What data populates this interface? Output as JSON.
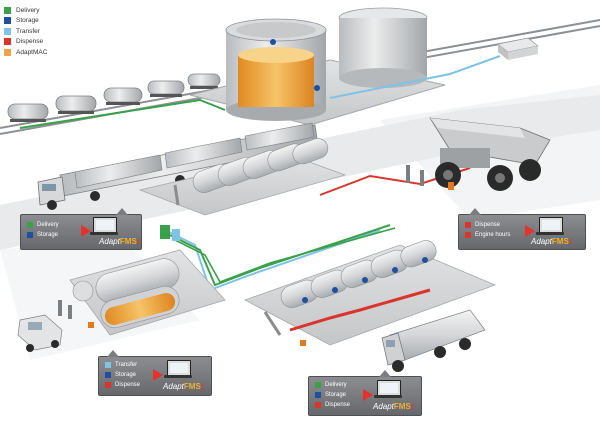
{
  "legend": [
    {
      "label": "Delivery",
      "color": "#3aa14a"
    },
    {
      "label": "Storage",
      "color": "#1f4fa0"
    },
    {
      "label": "Transfer",
      "color": "#7fc3e6"
    },
    {
      "label": "Dispense",
      "color": "#d8362d"
    },
    {
      "label": "AdaptMAC",
      "color": "#f0a24a"
    }
  ],
  "brand": {
    "prefix": "Adapt",
    "suffix": "FMS",
    "mark": "c"
  },
  "callouts": {
    "delivery_storage": [
      {
        "label": "Delivery",
        "color": "#3aa14a"
      },
      {
        "label": "Storage",
        "color": "#1f4fa0"
      }
    ],
    "dispense_hours": [
      {
        "label": "Dispense",
        "color": "#d8362d"
      },
      {
        "label": "Engine hours",
        "color": "#d8362d"
      }
    ],
    "transfer_group": [
      {
        "label": "Transfer",
        "color": "#7fc3e6"
      },
      {
        "label": "Storage",
        "color": "#1f4fa0"
      },
      {
        "label": "Dispense",
        "color": "#d8362d"
      }
    ],
    "delivery_group": [
      {
        "label": "Delivery",
        "color": "#3aa14a"
      },
      {
        "label": "Storage",
        "color": "#1f4fa0"
      },
      {
        "label": "Dispense",
        "color": "#d8362d"
      }
    ]
  },
  "colors": {
    "delivery": "#3aa14a",
    "storage": "#1f4fa0",
    "transfer": "#7fc3e6",
    "dispense": "#d8362d",
    "adaptmac": "#f0a24a"
  }
}
